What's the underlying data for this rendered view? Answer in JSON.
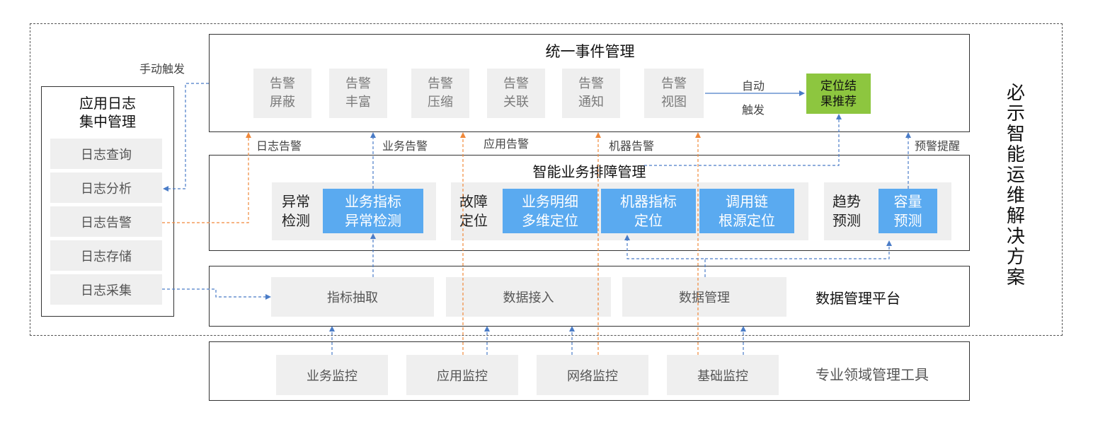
{
  "colors": {
    "orange_line": "#f0883a",
    "blue_line": "#4a7cc7",
    "block_blue": "#5aaaf0",
    "block_green": "#8dc63f",
    "block_gray": "#efefef"
  },
  "solution_title": "必示智能运维解决方案",
  "top": {
    "title": "统一事件管理",
    "alerts": [
      "告警\n屏蔽",
      "告警\n丰富",
      "告警\n压缩",
      "告警\n关联",
      "告警\n通知",
      "告警\n视图"
    ],
    "auto_top": "自动",
    "auto_bottom": "触发",
    "locate": "定位结\n果推荐"
  },
  "left": {
    "title": "应用日志\n集中管理",
    "items": [
      "日志查询",
      "日志分析",
      "日志告警",
      "日志存储",
      "日志采集"
    ],
    "manual": "手动触发"
  },
  "arrow_labels": {
    "log_alert": "日志告警",
    "biz_alert": "业务告警",
    "app_alert": "应用告警",
    "machine_alert": "机器告警",
    "early_warning": "预警提醒"
  },
  "mid": {
    "title": "智能业务排障管理",
    "anomaly": {
      "label": "异常\n检测",
      "item": "业务指标\n异常检测"
    },
    "fault": {
      "label": "故障\n定位",
      "items": [
        "业务明细\n多维定位",
        "机器指标\n定位",
        "调用链\n根源定位"
      ]
    },
    "trend": {
      "label": "趋势\n预测",
      "item": "容量\n预测"
    }
  },
  "data_platform": {
    "title": "数据管理平台",
    "items": [
      "指标抽取",
      "数据接入",
      "数据管理"
    ]
  },
  "tools": {
    "title": "专业领域管理工具",
    "items": [
      "业务监控",
      "应用监控",
      "网络监控",
      "基础监控"
    ]
  }
}
